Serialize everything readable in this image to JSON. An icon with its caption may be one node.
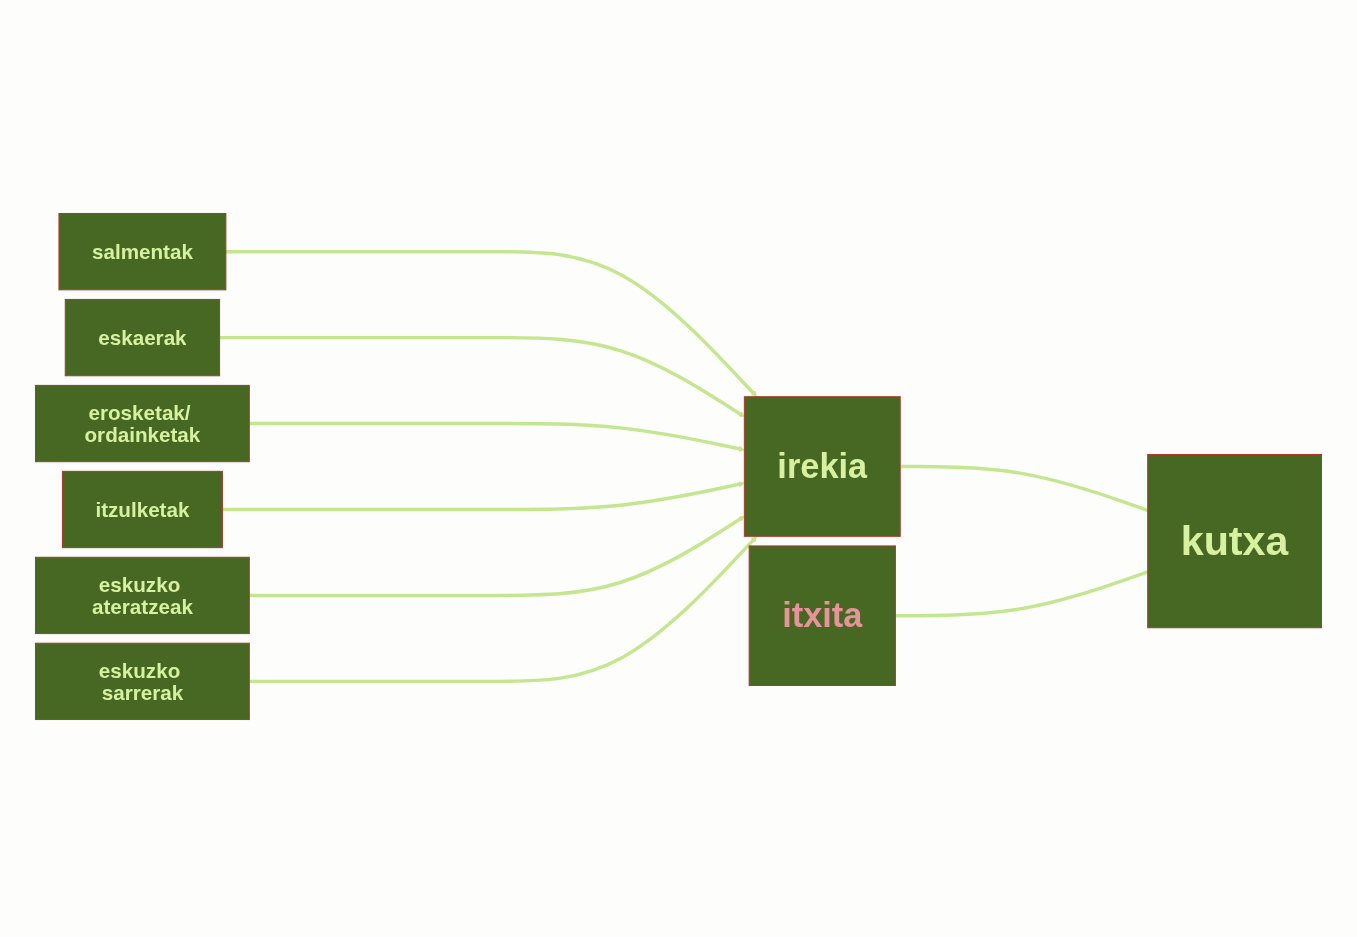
{
  "diagram": {
    "nodes": [
      {
        "text": [
          "salmentak"
        ]
      },
      {
        "text": [
          "eskaerak"
        ]
      },
      {
        "text": [
          "erosketak/ ordainketak"
        ]
      },
      {
        "text": [
          "itzulketak"
        ]
      },
      {
        "text": [
          "eskuzko ateratzeak"
        ]
      },
      {
        "text": [
          "eskuzko sarrerak"
        ]
      },
      {
        "text": [
          "irekia"
        ]
      },
      {
        "text": [
          "itxita"
        ]
      },
      {
        "text": [
          "kutxa"
        ]
      }
    ],
    "edges": [
      {
        "from": 0,
        "to": 6,
        "arrow": "to"
      },
      {
        "from": 1,
        "to": 6,
        "arrow": "to"
      },
      {
        "from": 2,
        "to": 6,
        "arrow": "to"
      },
      {
        "from": 3,
        "to": 6,
        "arrow": "to"
      },
      {
        "from": 4,
        "to": 6,
        "arrow": "to"
      },
      {
        "from": 5,
        "to": 6,
        "arrow": "to"
      },
      {
        "from": 6,
        "to": 8,
        "arrow": "none"
      },
      {
        "from": 7,
        "to": 8,
        "arrow": "none"
      }
    ]
  }
}
